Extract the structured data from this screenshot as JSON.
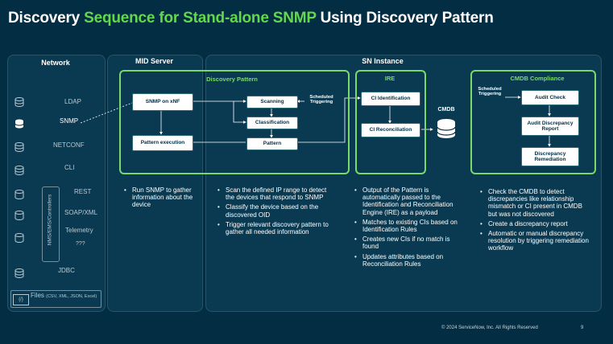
{
  "title": {
    "part1": "Discovery ",
    "part2": "Sequence for Stand-alone SNMP ",
    "part3": "Using Discovery Pattern"
  },
  "panels": {
    "network": "Network",
    "mid": "MID Server",
    "sn": "SN Instance"
  },
  "network_items": [
    "LDAP",
    "SNMP",
    "NETCONF",
    "CLI",
    "REST",
    "SOAP/XML",
    "Telemetry",
    "???",
    "JDBC"
  ],
  "vertical_label": "NMS/EMS/Controllers",
  "files_label": "Files",
  "files_sub": "(CSV, XML, JSON, Excel)",
  "discovery_pattern": {
    "title": "Discovery Pattern",
    "snmp_xnf": "SNMP on xNF",
    "pattern_exec": "Pattern execution",
    "scanning": "Scanning",
    "classification": "Classification",
    "pattern": "Pattern",
    "scheduled": "Scheduled Triggering"
  },
  "ire": {
    "title": "IRE",
    "ci_ident": "CI Identification",
    "ci_recon": "CI Reconciliation"
  },
  "cmdb_label": "CMDB",
  "compliance": {
    "title": "CMDB Compliance",
    "scheduled": "Scheduled Triggering",
    "audit": "Audit Check",
    "audit_report": "Audit Discrepancy Report",
    "remediation": "Discrepancy Remediation"
  },
  "bullets_mid": [
    "Run SNMP to gather information about the device"
  ],
  "bullets_dp": [
    "Scan the defined IP range to detect the devices that respond to SNMP",
    "Classify the device based on the discovered OID",
    "Trigger relevant discovery pattern to gather all needed information"
  ],
  "bullets_ire": [
    "Output of the Pattern is automatically passed to the Identification and Reconciliation Engine (IRE) as a payload",
    "Matches to existing CIs based on Identification Rules",
    "Creates new CIs if no match is found",
    "Updates attributes based on Reconciliation Rules"
  ],
  "bullets_cmp": [
    "Check the CMDB to detect discrepancies like relationship mismatch or CI present in CMDB but was not discovered",
    "Create a discrepancy report",
    "Automatic or manual discrepancy resolution by triggering remediation workflow"
  ],
  "footer": {
    "copyright": "© 2024 ServiceNow, Inc. All Rights Reserved",
    "page": "9"
  },
  "colors": {
    "background": "#032d42",
    "accent": "#62d84e",
    "panel": "#0a3a51"
  }
}
